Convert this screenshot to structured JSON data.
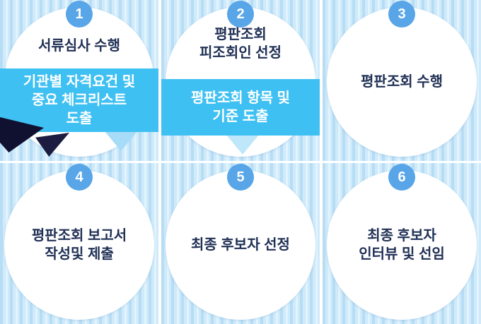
{
  "colors": {
    "stripe_light": "#e2f4fd",
    "stripe_dark": "#b7ddf5",
    "circle_fill": "#ffffff",
    "badge_fill": "#58a5e8",
    "badge_text": "#ffffff",
    "detail_box_fill": "#3fc0f2",
    "detail_box_text": "#ffffff",
    "title_text": "#203055",
    "fold_accent": "#101030"
  },
  "steps": [
    {
      "number": "1",
      "title": "서류심사 수행",
      "box": "기관별 자격요건 및\n중요 체크리스트\n도출"
    },
    {
      "number": "2",
      "title": "평판조회\n피조회인 선정",
      "box": "평판조회 항목 및\n기준 도출"
    },
    {
      "number": "3",
      "title": "평판조회 수행"
    },
    {
      "number": "4",
      "title": "평판조회 보고서\n작성및 제출"
    },
    {
      "number": "5",
      "title": "최종 후보자 선정"
    },
    {
      "number": "6",
      "title": "최종 후보자\n인터뷰 및 선임"
    }
  ]
}
